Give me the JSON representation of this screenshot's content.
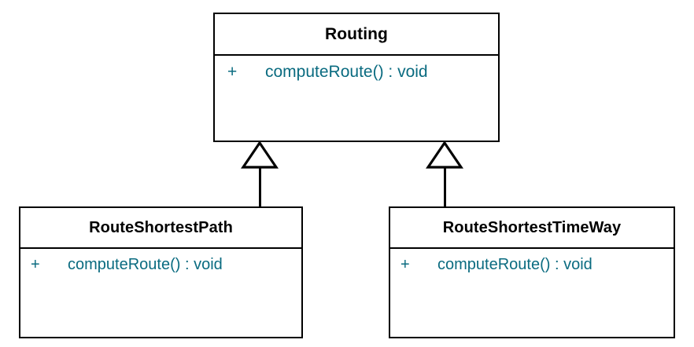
{
  "diagram": {
    "type": "uml-class-diagram",
    "background_color": "#ffffff",
    "border_color": "#000000",
    "title_color": "#000000",
    "member_color": "#0a6b80",
    "classes": [
      {
        "id": "routing",
        "name": "Routing",
        "role": "parent",
        "attributes": [],
        "methods": [
          {
            "visibility": "+",
            "signature": "computeRoute() : void",
            "name": "computeRoute",
            "return_type": "void"
          }
        ]
      },
      {
        "id": "route-shortest-path",
        "name": "RouteShortestPath",
        "role": "child",
        "attributes": [],
        "methods": [
          {
            "visibility": "+",
            "signature": "computeRoute() : void",
            "name": "computeRoute",
            "return_type": "void"
          }
        ]
      },
      {
        "id": "route-shortest-time-way",
        "name": "RouteShortestTimeWay",
        "role": "child",
        "attributes": [],
        "methods": [
          {
            "visibility": "+",
            "signature": "computeRoute() : void",
            "name": "computeRoute",
            "return_type": "void"
          }
        ]
      }
    ],
    "relationships": [
      {
        "id": "gen-left",
        "kind": "generalization",
        "arrow": "hollow-triangle",
        "from": "RouteShortestPath",
        "to": "Routing"
      },
      {
        "id": "gen-right",
        "kind": "generalization",
        "arrow": "hollow-triangle",
        "from": "RouteShortestTimeWay",
        "to": "Routing"
      }
    ]
  }
}
